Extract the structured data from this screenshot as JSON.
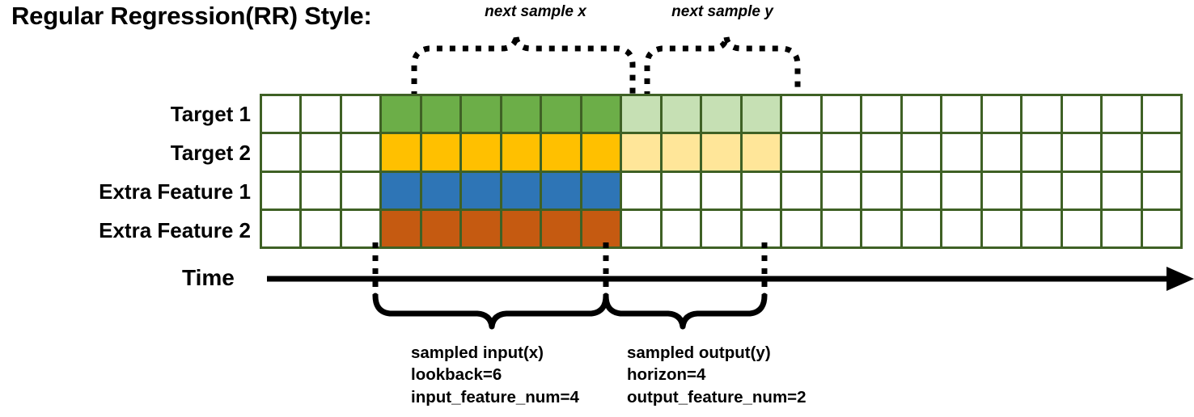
{
  "title": "Regular Regression(RR) Style:",
  "top_labels": {
    "next_sample_x": "next sample x",
    "next_sample_y": "next sample y"
  },
  "time_axis": {
    "label": "Time",
    "arrow_icon": "right-arrow-icon"
  },
  "rows": [
    {
      "label": "Target 1",
      "dark_color": "#6cae48",
      "light_color": "#c6e0b4",
      "has_light": true
    },
    {
      "label": "Target 2",
      "dark_color": "#ffc000",
      "light_color": "#ffe699",
      "has_light": true
    },
    {
      "label": "Extra Feature 1",
      "dark_color": "#2e75b6",
      "light_color": "#ffffff",
      "has_light": false
    },
    {
      "label": "Extra Feature 2",
      "dark_color": "#c55a11",
      "light_color": "#ffffff",
      "has_light": false
    }
  ],
  "grid": {
    "columns": 23,
    "rows": 4,
    "lead_blank_cols": 3,
    "input_cols": 6,
    "output_cols": 4,
    "trail_blank_cols": 10,
    "border_color": "#3f6125",
    "empty_color": "#ffffff"
  },
  "annotations": {
    "input": {
      "line1": "sampled input(x)",
      "line2": "lookback=6",
      "line3": "input_feature_num=4"
    },
    "output": {
      "line1": "sampled output(y)",
      "line2": "horizon=4",
      "line3": "output_feature_num=2"
    }
  },
  "colors": {
    "grid_border": "#3f6125",
    "target1_dark": "#6cae48",
    "target1_light": "#c6e0b4",
    "target2_dark": "#ffc000",
    "target2_light": "#ffe699",
    "feature1": "#2e75b6",
    "feature2": "#c55a11",
    "ink": "#000000",
    "background": "#ffffff"
  }
}
